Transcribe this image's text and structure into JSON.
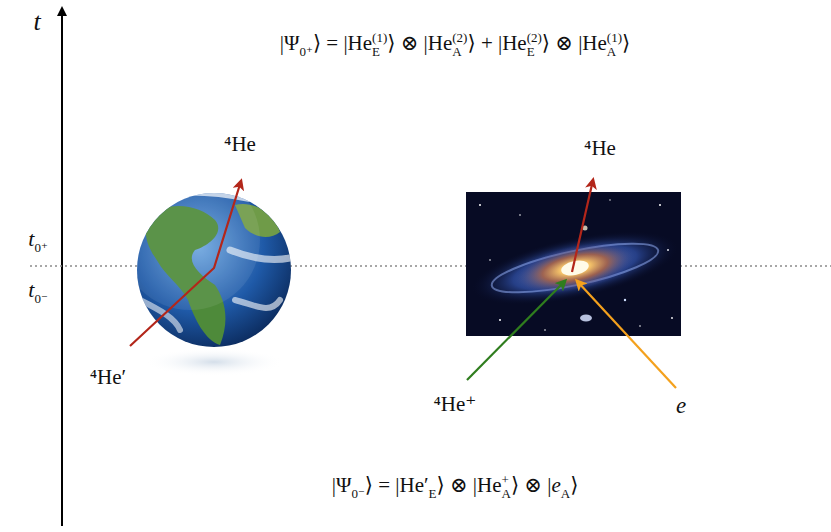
{
  "diagram": {
    "labels": [
      "t",
      "|Ψ",
      "0⁺",
      "⟩ = |He",
      "(1)",
      "E",
      "⟩ ⊗ |He",
      "(2)",
      "A",
      "⟩ + |He",
      "(2)",
      "E",
      "⟩ ⊗ |He",
      "(1)",
      "A",
      "⟩",
      "⁴He",
      "⁴He",
      "t",
      "0⁺",
      "t",
      "0⁻",
      "⁴He′",
      "⁴He⁺",
      "e",
      "|Ψ",
      "0⁻",
      "⟩ = |He′",
      "E",
      "⟩ ⊗ |He",
      "+",
      "A",
      "⟩ ⊗ |",
      "e",
      "A",
      "⟩"
    ]
  }
}
